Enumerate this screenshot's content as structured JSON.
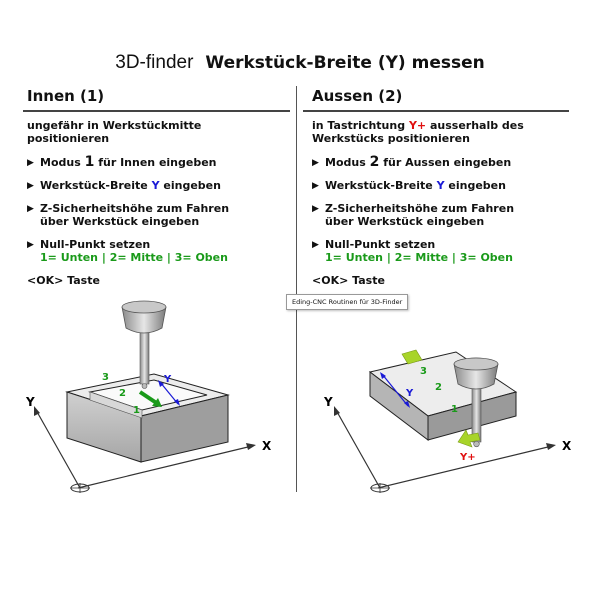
{
  "header": {
    "app": "3D-finder",
    "title": "Werkstück-Breite (Y) messen"
  },
  "left": {
    "heading": "Innen (1)",
    "intro": [
      "ungefähr in Werkstückmitte",
      "positionieren"
    ],
    "s1": {
      "pre": "Modus",
      "num": "1",
      "post": "für Innen eingeben"
    },
    "s2": {
      "pre": "Werkstück-Breite",
      "y": "Y",
      "post": "eingeben"
    },
    "s3": [
      "Z-Sicherheitshöhe zum Fahren",
      "über Werkstück eingeben"
    ],
    "s4": {
      "title": "Null-Punkt setzen",
      "opts": "1= Unten | 2= Mitte | 3= Oben"
    },
    "ok": "<OK> Taste"
  },
  "right": {
    "heading": "Aussen (2)",
    "intro": {
      "a": "in Tastrichtung",
      "dir": "Y+",
      "b": "ausserhalb des",
      "c": "Werkstücks positionieren"
    },
    "s1": {
      "pre": "Modus",
      "num": "2",
      "post": "für Aussen eingeben"
    },
    "s2": {
      "pre": "Werkstück-Breite",
      "y": "Y",
      "post": "eingeben"
    },
    "s3": [
      "Z-Sicherheitshöhe zum Fahren",
      "über Werkstück eingeben"
    ],
    "s4": {
      "title": "Null-Punkt setzen",
      "opts": "1= Unten | 2= Mitte | 3= Oben"
    },
    "ok": "<OK> Taste"
  },
  "tooltip": "Eding-CNC Routinen für 3D-Finder",
  "diagram": {
    "x": "X",
    "y": "Y",
    "n1": "1",
    "n2": "2",
    "n3": "3",
    "ydim": "Y",
    "yplus": "Y+"
  },
  "colors": {
    "blue": "#1a1ad6",
    "red": "#e01010",
    "green": "#1a9a1a",
    "arrow": "#a8d42a"
  }
}
